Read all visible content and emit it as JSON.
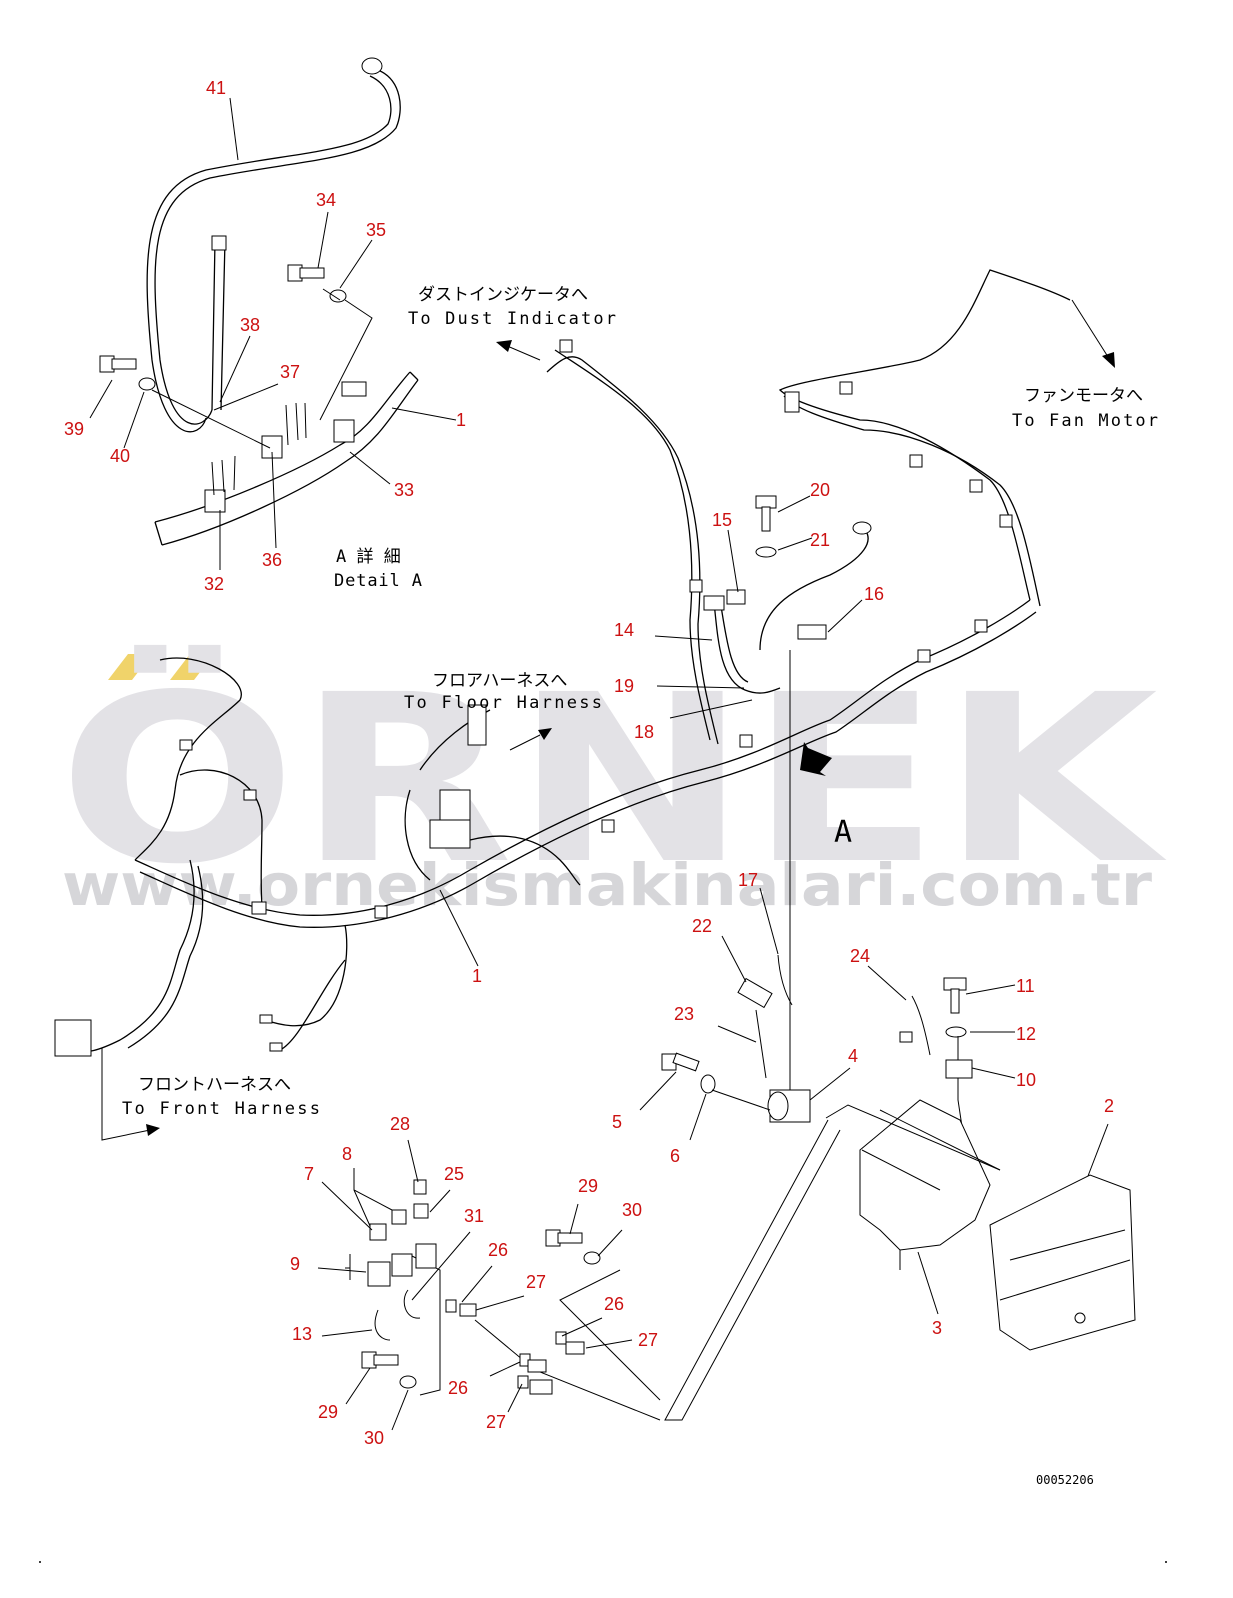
{
  "watermark": {
    "logo": "ÖRNEK",
    "url": "www.ornekismakinalari.com.tr"
  },
  "notes": {
    "dust_indicator_jp": "ダストインジケータへ",
    "dust_indicator_en": "To Dust Indicator",
    "fan_motor_jp": "ファンモータへ",
    "fan_motor_en": "To Fan Motor",
    "floor_harness_jp": "フロアハーネスへ",
    "floor_harness_en": "To Floor Harness",
    "front_harness_jp": "フロントハーネスへ",
    "front_harness_en": "To Front Harness",
    "detail_jp": "A 詳 細",
    "detail_en": "Detail A",
    "view_a": "A"
  },
  "drawing_number": "00052206",
  "callouts": [
    "41",
    "34",
    "35",
    "38",
    "37",
    "1",
    "39",
    "40",
    "33",
    "32",
    "36",
    "20",
    "15",
    "21",
    "16",
    "14",
    "19",
    "18",
    "1",
    "17",
    "22",
    "24",
    "11",
    "12",
    "23",
    "4",
    "10",
    "5",
    "6",
    "2",
    "28",
    "8",
    "25",
    "7",
    "31",
    "29",
    "30",
    "9",
    "26",
    "27",
    "26",
    "27",
    "13",
    "3",
    "29",
    "26",
    "30",
    "27"
  ],
  "colors": {
    "callout": "#cc1111",
    "watermark": "#e3e2e6",
    "line": "#000000"
  }
}
